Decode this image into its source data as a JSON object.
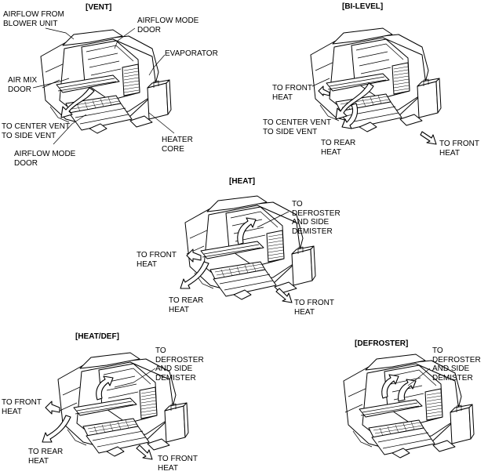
{
  "panels": {
    "vent": {
      "title": "[VENT]",
      "labels": {
        "airflow_from_blower": "AIRFLOW FROM\nBLOWER UNIT",
        "airflow_mode_door_top": "AIRFLOW MODE\nDOOR",
        "evaporator": "EVAPORATOR",
        "air_mix_door": "AIR MIX\nDOOR",
        "to_center_side_vent": "TO CENTER VENT\nTO SIDE VENT",
        "heater_core": "HEATER\nCORE",
        "airflow_mode_door_bottom": "AIRFLOW MODE\nDOOR"
      }
    },
    "bilevel": {
      "title": "[BI-LEVEL]",
      "labels": {
        "to_front_heat_left": "TO FRONT\nHEAT",
        "to_center_side_vent": "TO CENTER VENT\nTO SIDE VENT",
        "to_rear_heat": "TO REAR\nHEAT",
        "to_front_heat_right": "TO FRONT\nHEAT"
      }
    },
    "heat": {
      "title": "[HEAT]",
      "labels": {
        "to_defroster": "TO\nDEFROSTER\nAND SIDE\nDEMISTER",
        "to_front_heat_left": "TO FRONT\nHEAT",
        "to_rear_heat": "TO REAR\nHEAT",
        "to_front_heat_right": "TO FRONT\nHEAT"
      }
    },
    "heatdef": {
      "title": "[HEAT/DEF]",
      "labels": {
        "to_defroster": "TO\nDEFROSTER\nAND SIDE\nDEMISTER",
        "to_front_heat_left": "TO FRONT\nHEAT",
        "to_rear_heat": "TO REAR\nHEAT",
        "to_front_heat_right": "TO FRONT\nHEAT"
      }
    },
    "defroster": {
      "title": "[DEFROSTER]",
      "labels": {
        "to_defroster": "TO\nDEFROSTER\nAND SIDE\nDEMISTER"
      }
    }
  },
  "icons": [
    "hvac-unit-illustration",
    "airflow-arrow-icon"
  ]
}
